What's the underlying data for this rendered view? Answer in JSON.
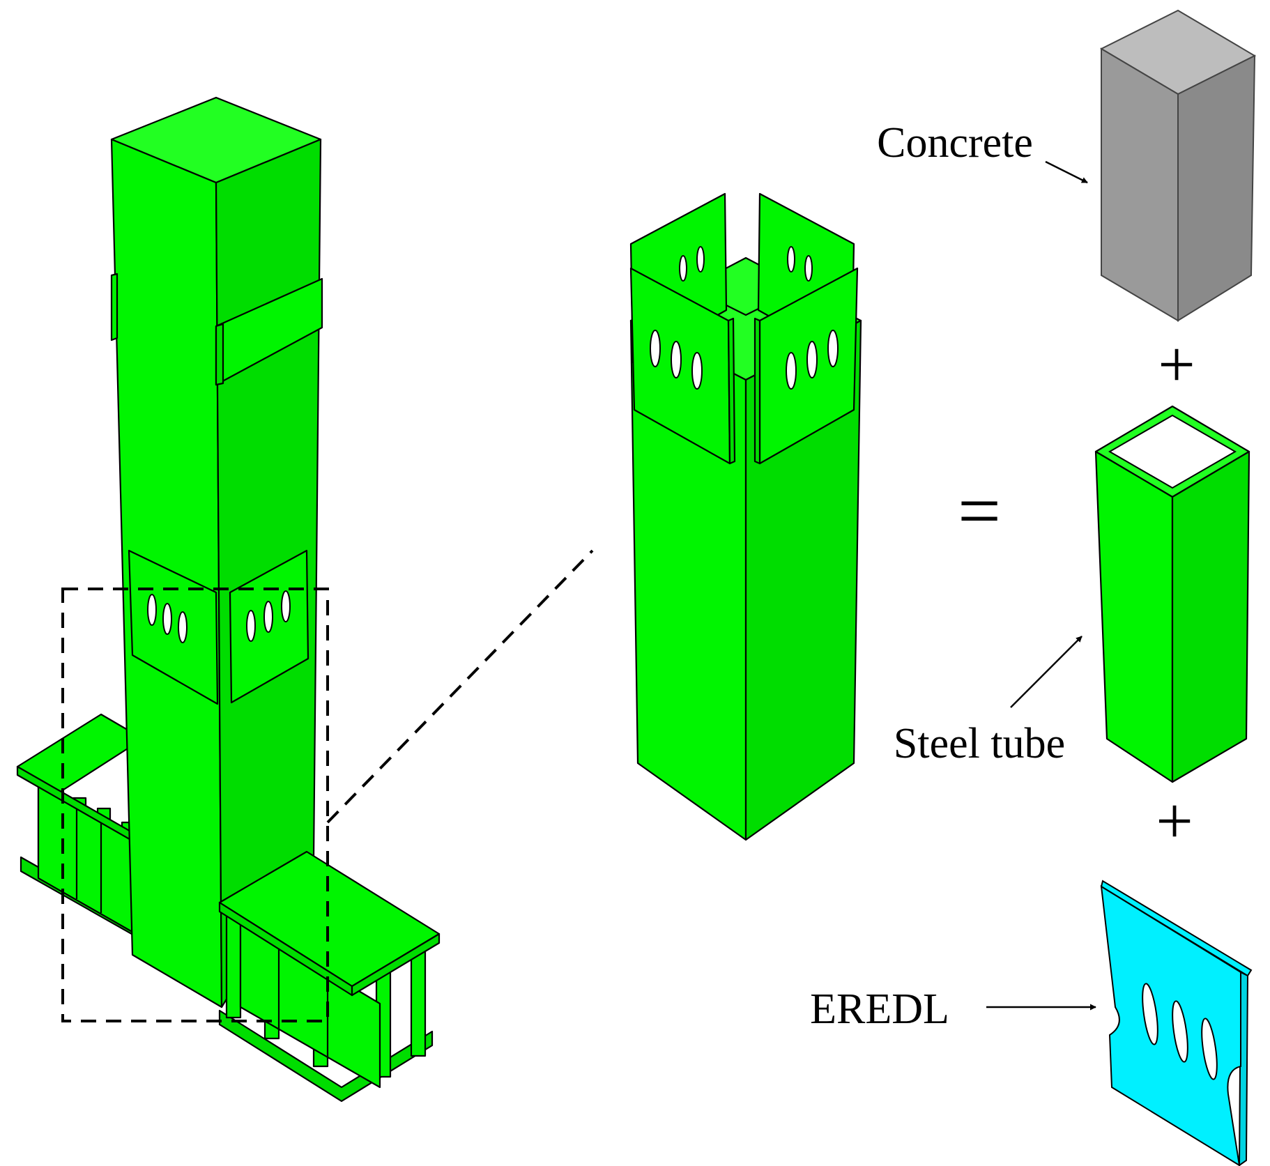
{
  "labels": {
    "concrete": "Concrete",
    "steel_tube": "Steel tube",
    "eredl": "EREDL",
    "plus_1": "+",
    "plus_2": "+",
    "equals": "="
  },
  "colors": {
    "steel_green": "#00f500",
    "concrete_gray": "#9a9a9a",
    "eredl_cyan": "#00f0ff"
  }
}
